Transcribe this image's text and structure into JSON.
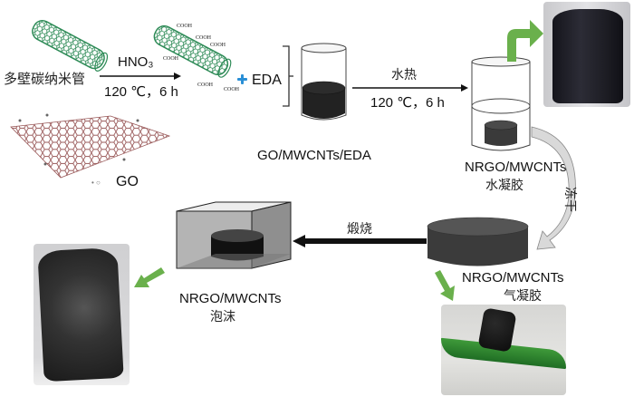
{
  "figure": {
    "title": "NRGO/MWCNTs foam preparation scheme",
    "colors": {
      "cnt_green": "#2e8b57",
      "arrow_green": "#6ab04c",
      "plus_blue": "#2a8fd6",
      "go_red": "#b05050",
      "sample_dark": "#2b2b2b"
    }
  },
  "steps": {
    "mwcnt_label": "多壁碳纳米管",
    "oxidation_reagent": "HNO₃",
    "oxidation_condition": "120 ℃，6 h",
    "cooh_group": "COOH",
    "plus_reagent": "EDA",
    "go_label": "GO",
    "mixture_label": "GO/MWCNTs/EDA",
    "hydrothermal_label": "水热",
    "hydrothermal_condition": "120 ℃，6 h",
    "hydrogel_name": "NRGO/MWCNTs",
    "hydrogel_type": "水凝胶",
    "freeze_dry_label": "冻干",
    "aerogel_name": "NRGO/MWCNTs",
    "aerogel_type": "气凝胶",
    "calcination_label": "煅烧",
    "foam_name": "NRGO/MWCNTs",
    "foam_type": "泡沫"
  }
}
